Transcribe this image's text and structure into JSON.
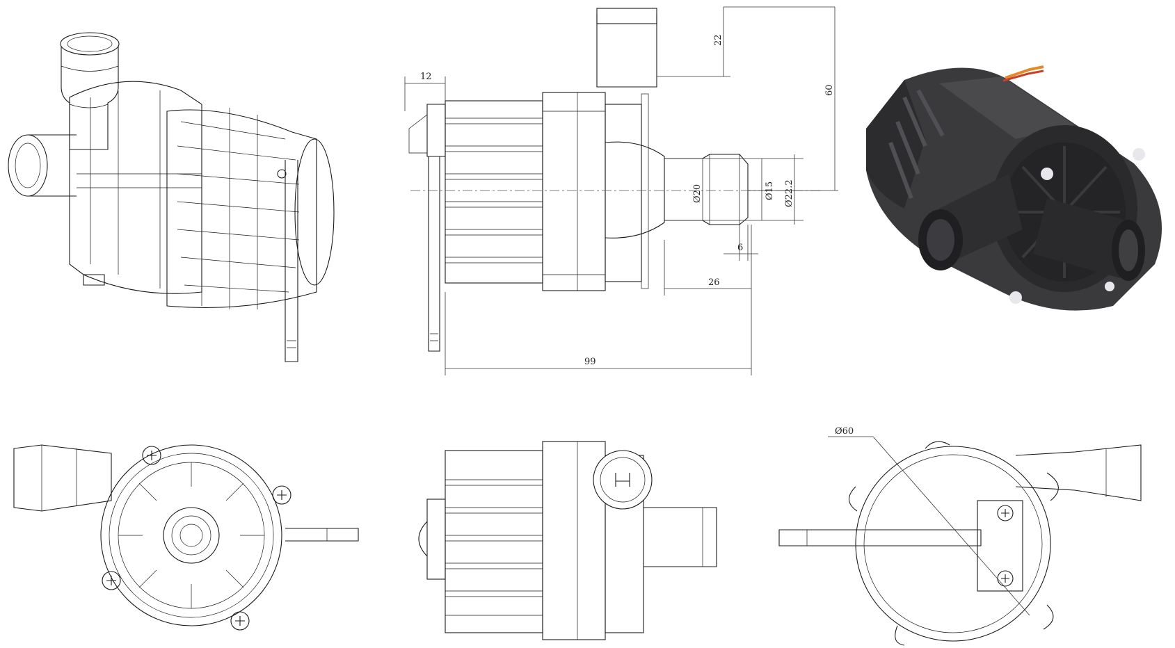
{
  "dimensions": {
    "d12": "12",
    "d22": "22",
    "d60": "60",
    "d_dia20": "Ø20",
    "d_dia15": "Ø15",
    "d_dia22_2": "Ø22.2",
    "d6": "6",
    "d26": "26",
    "d99": "99",
    "d_dia60": "Ø60"
  },
  "colors": {
    "line": "#1a1a1a",
    "pump_body": "#3a3a3c",
    "pump_dark": "#202022",
    "screw_head": "#e8e8ec",
    "wire_orange": "#e08a2a",
    "wire_red": "#c8402a"
  },
  "views": [
    "isometric-line-view",
    "side-elevation",
    "isometric-render",
    "front-view",
    "bottom-view",
    "rear-view"
  ]
}
